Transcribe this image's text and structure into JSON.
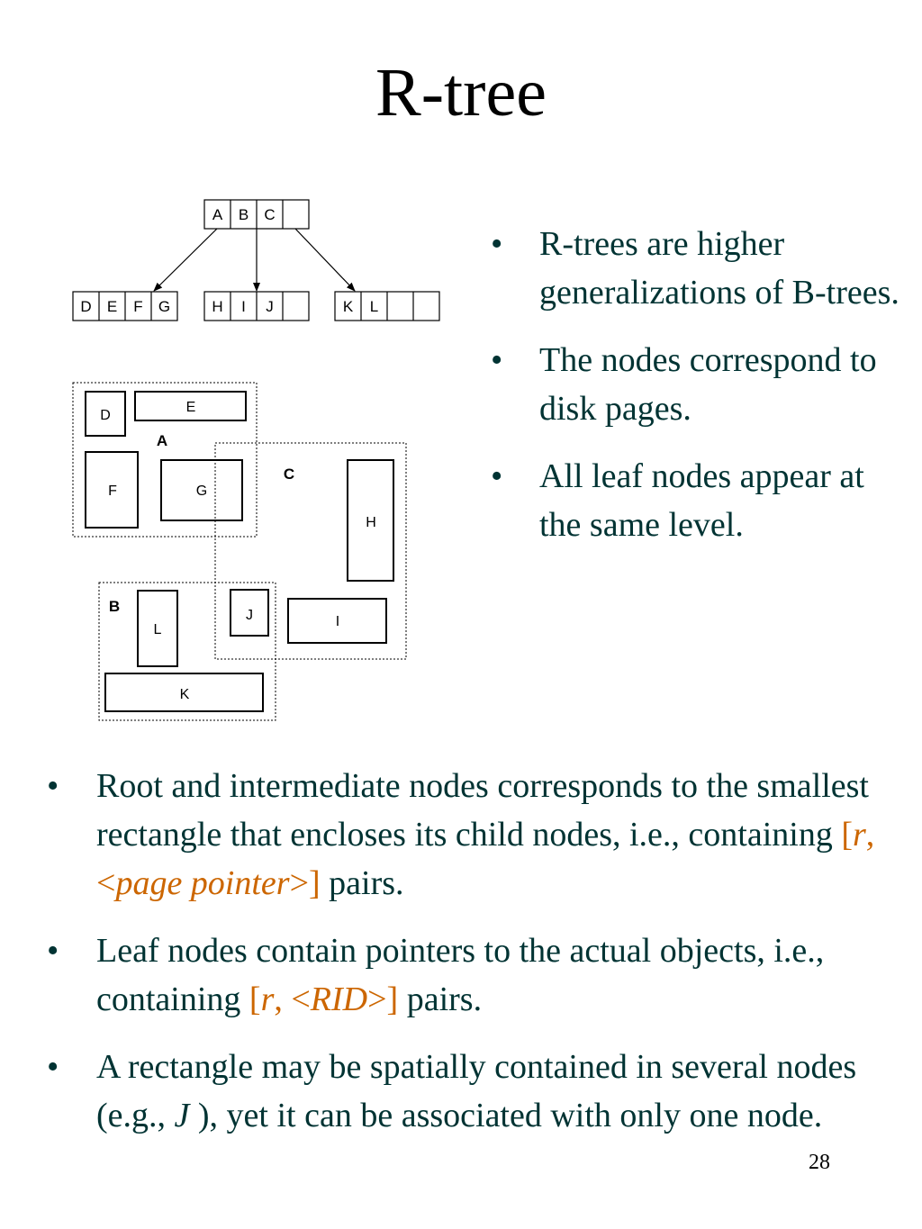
{
  "slide": {
    "title": "R-tree",
    "page_number": "28",
    "bullet_glyph": "•",
    "colors": {
      "text": "#003333",
      "accent": "#cc6600",
      "title": "#000000"
    }
  },
  "tree": {
    "root_keys": [
      "A",
      "B",
      "C",
      ""
    ],
    "leaf_nodes": [
      {
        "keys": [
          "D",
          "E",
          "F",
          "G"
        ]
      },
      {
        "keys": [
          "H",
          "I",
          "J",
          ""
        ]
      },
      {
        "keys": [
          "K",
          "L",
          "",
          ""
        ]
      }
    ]
  },
  "regions": {
    "groups": [
      "A",
      "B",
      "C"
    ],
    "rects": [
      "D",
      "E",
      "F",
      "G",
      "H",
      "I",
      "J",
      "K",
      "L"
    ]
  },
  "right_bullets": [
    "R-trees are higher generalizations of B-trees.",
    "The nodes correspond to disk pages.",
    "All leaf nodes appear at the same level."
  ],
  "bottom_bullets": {
    "b1": {
      "text_before": "Root and intermediate nodes corresponds to the smallest rectangle that encloses its child nodes, i.e., containing ",
      "open": "[",
      "r": "r",
      "comma": ", <",
      "pointer": "page pointer",
      "close": ">]",
      "text_after": " pairs."
    },
    "b2": {
      "text_before": "Leaf nodes contain pointers to the actual objects, i.e., containing ",
      "open": "[",
      "r": "r",
      "comma": ", <",
      "rid": "RID",
      "close": ">]",
      "text_after": " pairs."
    },
    "b3": {
      "text_before": "A rectangle may be spatially contained in several nodes (e.g., ",
      "j": "J",
      "text_after": " ), yet it can be associated with only one node."
    }
  }
}
